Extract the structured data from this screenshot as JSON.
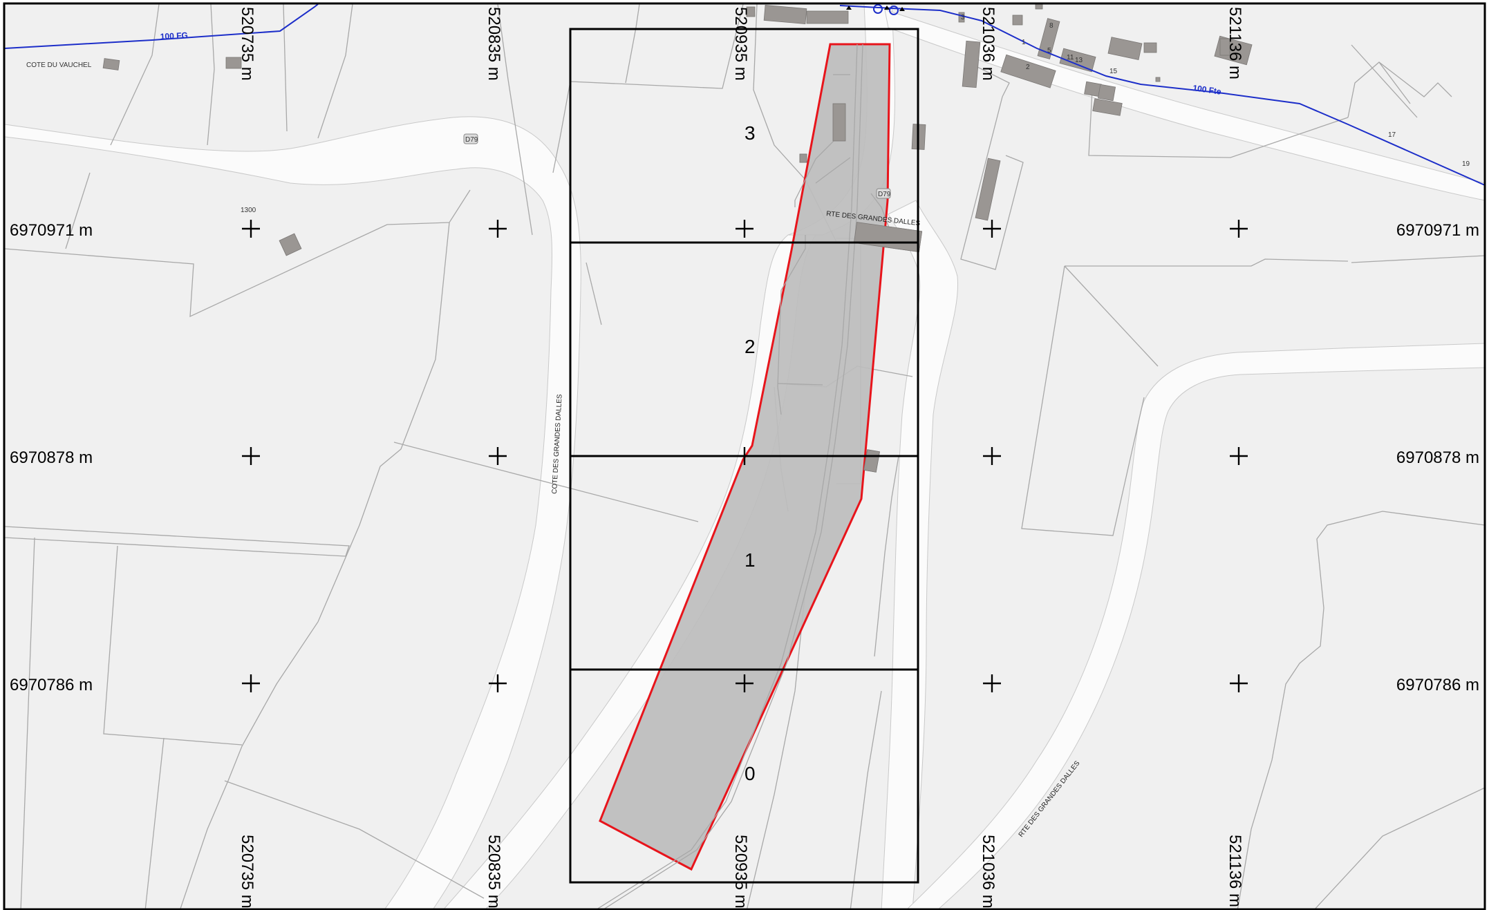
{
  "map": {
    "easting_labels": [
      "520735 m",
      "520835 m",
      "520935 m",
      "521036 m",
      "521136 m"
    ],
    "northing_labels": [
      "6970971 m",
      "6970878 m",
      "6970786 m"
    ],
    "grid_cells": [
      "3",
      "2",
      "1",
      "0"
    ],
    "place_label": "COTE DU VAUCHEL",
    "road_labels": {
      "rte_north": "RTE DES GRANDES DALLES",
      "cote_west": "COTE DES GRANDES DALLES",
      "rte_south": "RTE DES GRANDES DALLES",
      "d_badge_1": "D79",
      "d_badge_2": "D79"
    },
    "lines": {
      "fg": "100 FG",
      "fte": "100 Fte"
    },
    "parcel_numbers": [
      "1300",
      "1",
      "2",
      "3",
      "5",
      "8",
      "11",
      "13",
      "15",
      "17",
      "19"
    ],
    "colors": {
      "background": "#f0f0f0",
      "road": "#fbfbfb",
      "parcel_line": "#a8a8a8",
      "building": "#9a9693",
      "highlight_outline": "#e8141b",
      "highlight_fill": "#bdbdbd",
      "blue_line": "#1c2ec9",
      "grid": "#000000"
    }
  }
}
